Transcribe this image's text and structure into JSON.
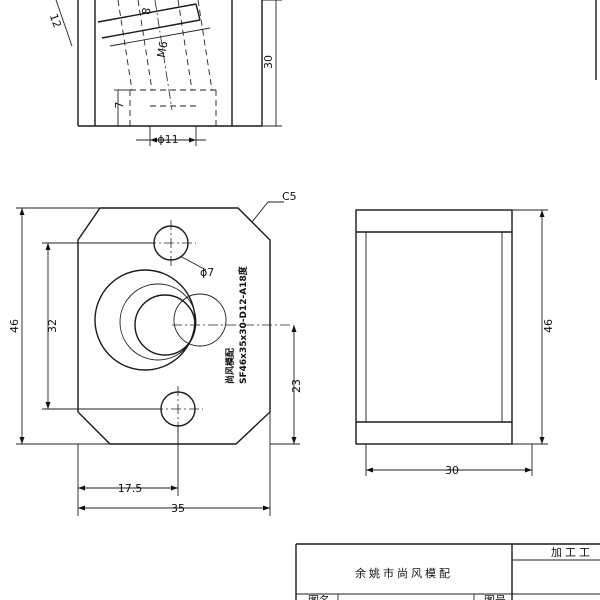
{
  "top_view": {
    "dim_height": "30",
    "dim_counterbore_dia": "ϕ11",
    "dim_counterbore_depth": "7",
    "dim_angle": "12",
    "dim_thread": "M6",
    "dim_side": "8"
  },
  "front_view": {
    "chamfer": "C5",
    "dim_total_height": "46",
    "dim_hole_pitch": "32",
    "dim_hole_dia": "ϕ7",
    "dim_center_height": "23",
    "dim_half_width": "17.5",
    "dim_total_width": "35",
    "part_note_line1": "尚风模配",
    "part_note_line2": "SF46x35x30-D12-A18度"
  },
  "side_view": {
    "dim_height": "46",
    "dim_width": "30"
  },
  "title_block": {
    "company": "余姚市尚风模配",
    "process_label": "加工工",
    "cell_a": "图名",
    "cell_b": "图号"
  }
}
